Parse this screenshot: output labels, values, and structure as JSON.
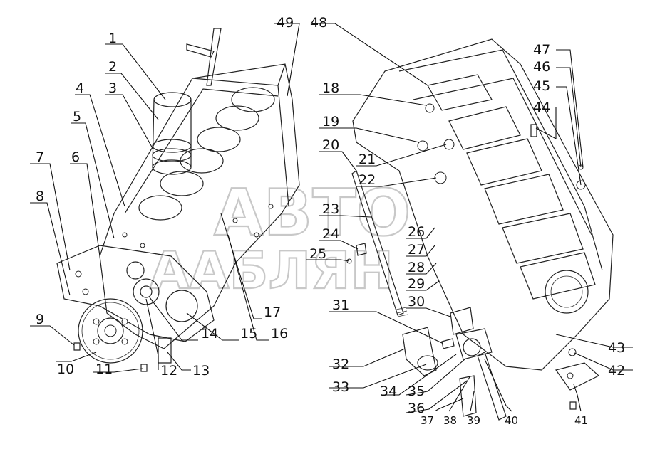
{
  "watermark": {
    "line1": "АВТО",
    "line2": "ААБЛЯН"
  },
  "callouts": [
    "1",
    "2",
    "3",
    "4",
    "5",
    "6",
    "7",
    "8",
    "9",
    "10",
    "11",
    "12",
    "13",
    "14",
    "15",
    "16",
    "17",
    "18",
    "19",
    "20",
    "21",
    "22",
    "23",
    "24",
    "25",
    "26",
    "27",
    "28",
    "29",
    "30",
    "31",
    "32",
    "33",
    "34",
    "35",
    "36",
    "37",
    "38",
    "39",
    "40",
    "41",
    "42",
    "43",
    "44",
    "45",
    "46",
    "47",
    "48",
    "49"
  ]
}
